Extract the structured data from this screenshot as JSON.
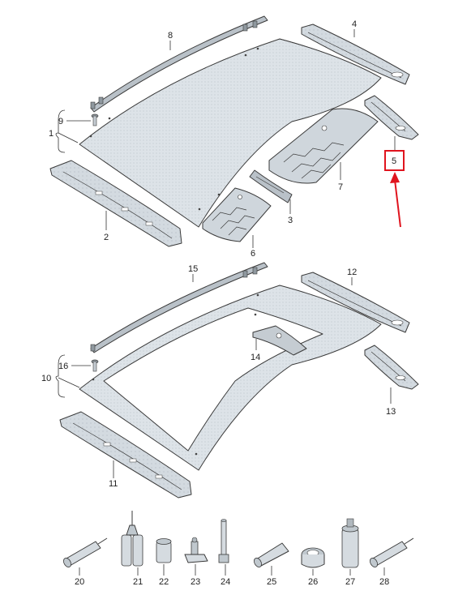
{
  "diagram": {
    "labels": {
      "p1": "1",
      "p2": "2",
      "p3": "3",
      "p4": "4",
      "p5": "5",
      "p6": "6",
      "p7": "7",
      "p8": "8",
      "p9": "9",
      "p10": "10",
      "p11": "11",
      "p12": "12",
      "p13": "13",
      "p14": "14",
      "p15": "15",
      "p16": "16",
      "p20": "20",
      "p21": "21",
      "p22": "22",
      "p23": "23",
      "p24": "24",
      "p25": "25",
      "p26": "26",
      "p27": "27",
      "p28": "28"
    },
    "colors": {
      "panel_fill": "#dde3e8",
      "panel_dark": "#c9d0d6",
      "rail_fill": "#b9c1c8",
      "outline": "#3a3a3a",
      "highlight": "#e0141e"
    },
    "highlighted_part": "5"
  }
}
